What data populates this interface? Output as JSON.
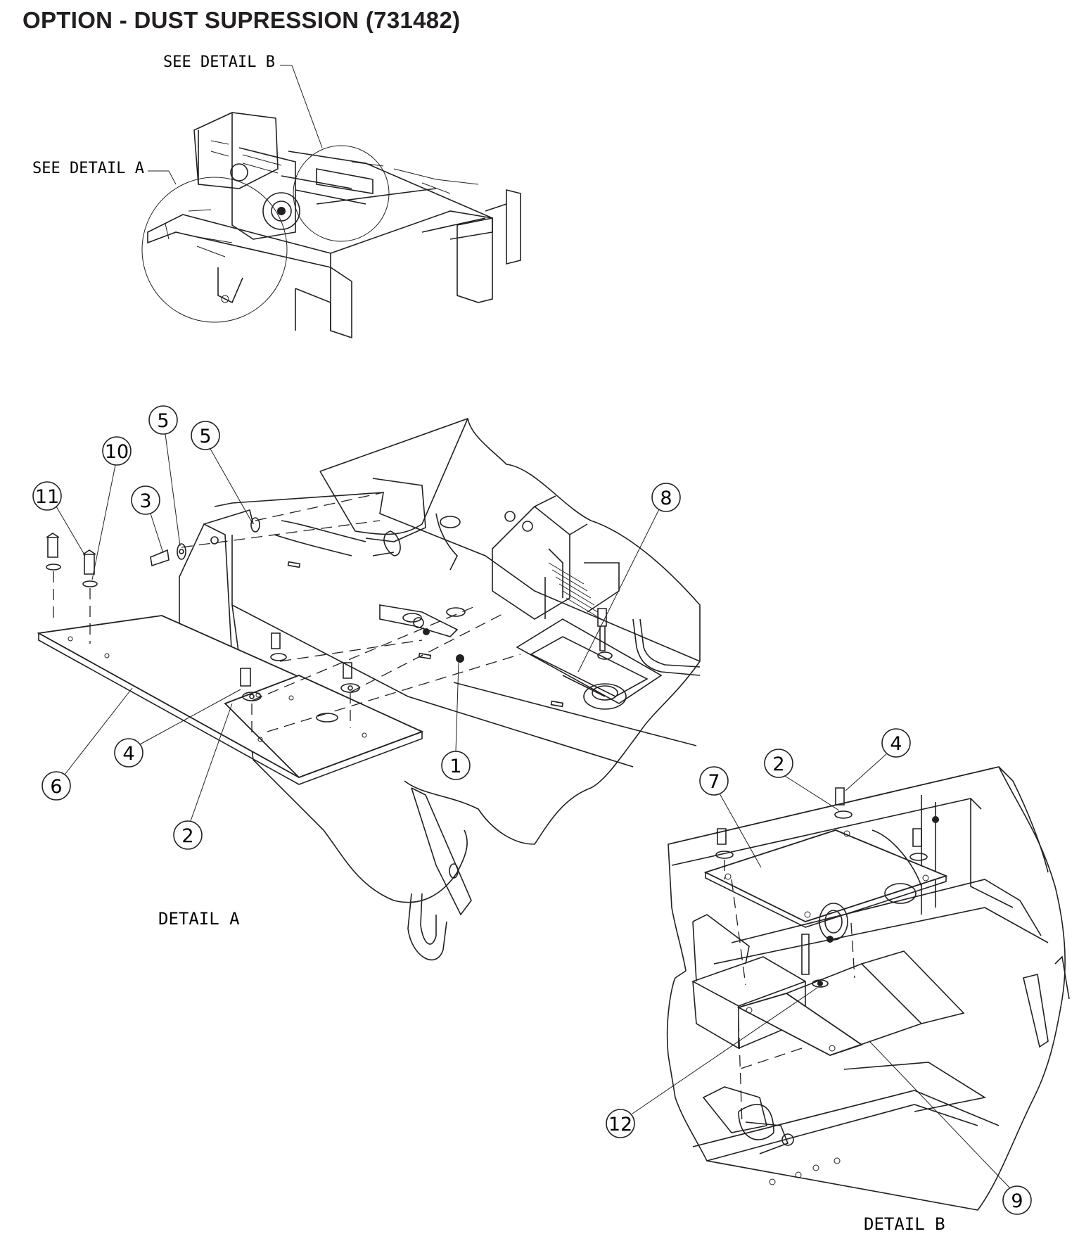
{
  "title": "OPTION - DUST SUPRESSION (731482)",
  "overview": {
    "see_detail_a": "SEE DETAIL  A",
    "see_detail_b": "SEE DETAIL  B"
  },
  "detail_a": {
    "label": "DETAIL  A",
    "callouts": [
      "5",
      "5",
      "10",
      "11",
      "3",
      "8",
      "4",
      "6",
      "2",
      "1"
    ]
  },
  "detail_b": {
    "label": "DETAIL  B",
    "callouts": [
      "4",
      "2",
      "7",
      "12",
      "9"
    ]
  }
}
